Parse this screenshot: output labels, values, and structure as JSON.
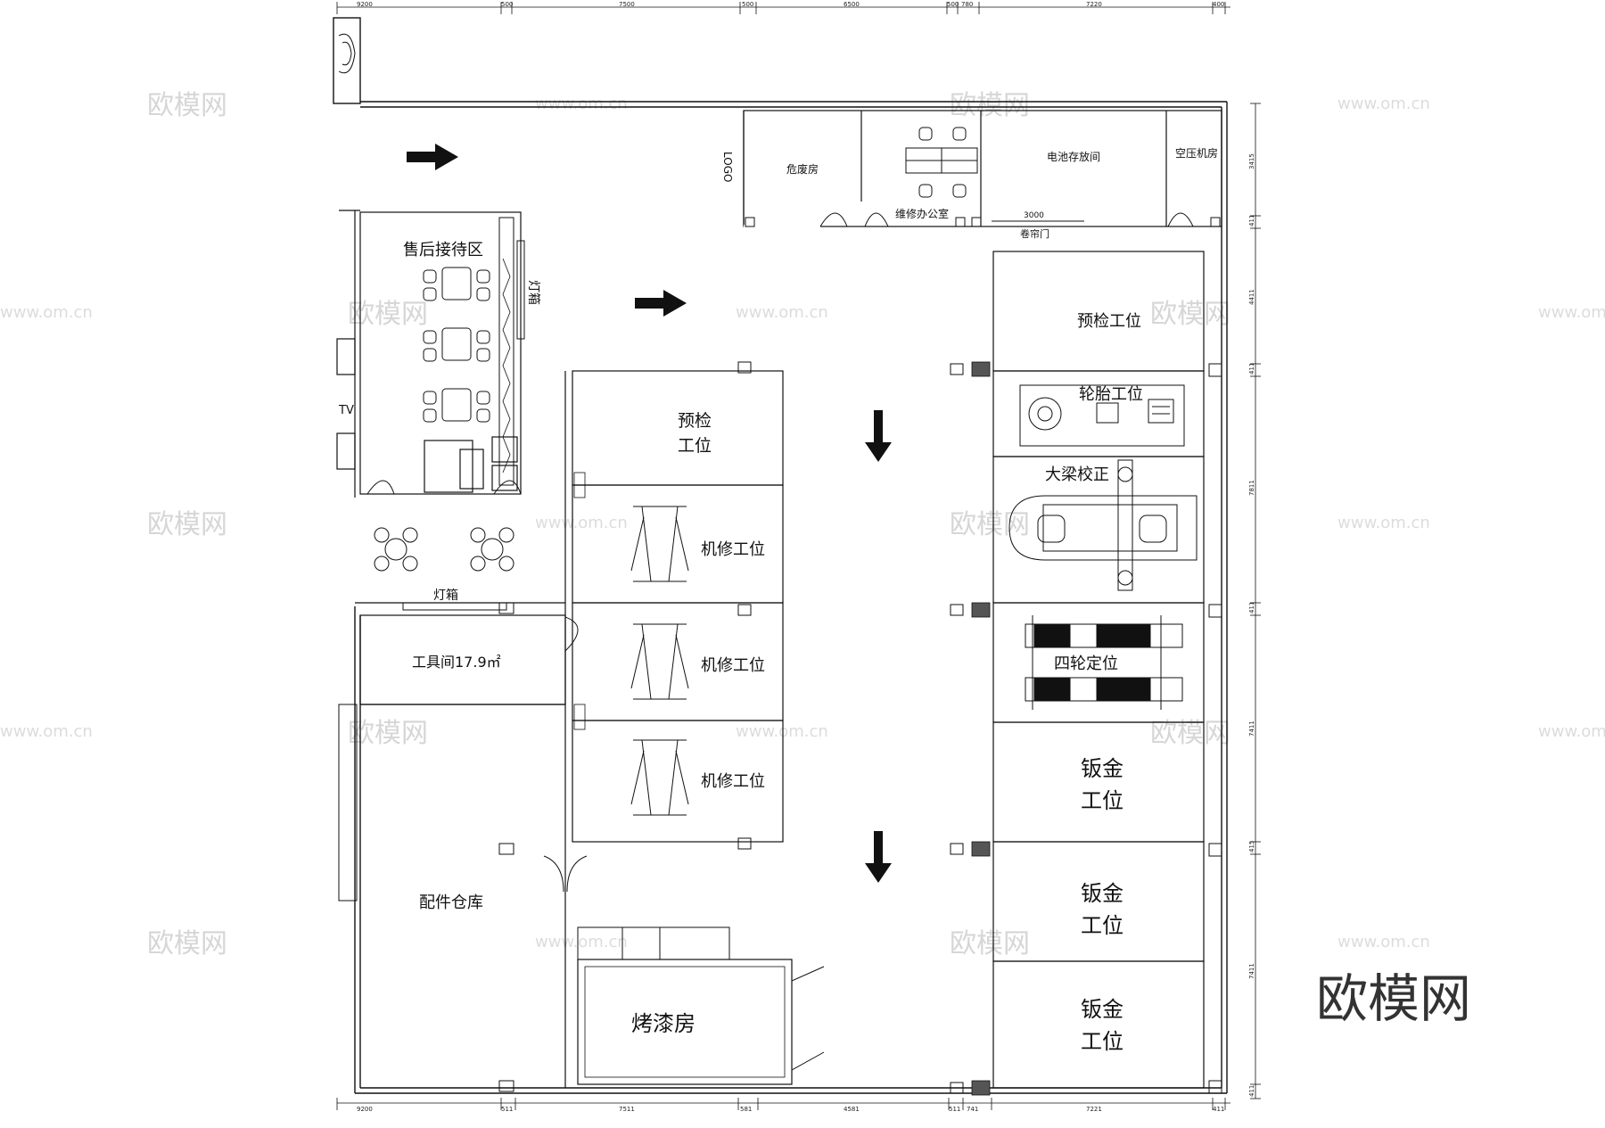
{
  "rooms": {
    "reception": "售后接待区",
    "lightbox_v": "灯箱",
    "lightbox_h": "灯箱",
    "tools": "工具间17.9㎡",
    "parts": "配件仓库",
    "paint": "烤漆房",
    "hazard": "危废房",
    "office": "维修办公室",
    "battery": "电池存放间",
    "compressor": "空压机房",
    "shutter": "卷帘门",
    "shutter_width": "3000",
    "logo": "LOGO",
    "tv": "TV"
  },
  "stations": {
    "precheck_left_1": "预检",
    "precheck_left_2": "工位",
    "repair_1": "机修工位",
    "repair_2": "机修工位",
    "repair_3": "机修工位",
    "precheck_right": "预检工位",
    "tire": "轮胎工位",
    "frame": "大梁校正",
    "alignment": "四轮定位",
    "sheet_1a": "钣金",
    "sheet_1b": "工位",
    "sheet_2a": "钣金",
    "sheet_2b": "工位",
    "sheet_3a": "钣金",
    "sheet_3b": "工位"
  },
  "dimensions": {
    "top": [
      "9200",
      "500",
      "7500",
      "500",
      "6500",
      "500",
      "780",
      "7220",
      "400"
    ],
    "bottom": [
      "9200",
      "511",
      "7511",
      "581",
      "4581",
      "511",
      "741",
      "7221",
      "411"
    ],
    "right": [
      "3415",
      "411",
      "4411",
      "411",
      "7811",
      "411",
      "7411",
      "415",
      "7411",
      "411"
    ]
  },
  "watermark": {
    "brand": "欧模网",
    "url": "www.om.cn"
  },
  "colors": {
    "line": "#111111",
    "watermark": "#d6d6d6",
    "hatch": "#444444"
  }
}
